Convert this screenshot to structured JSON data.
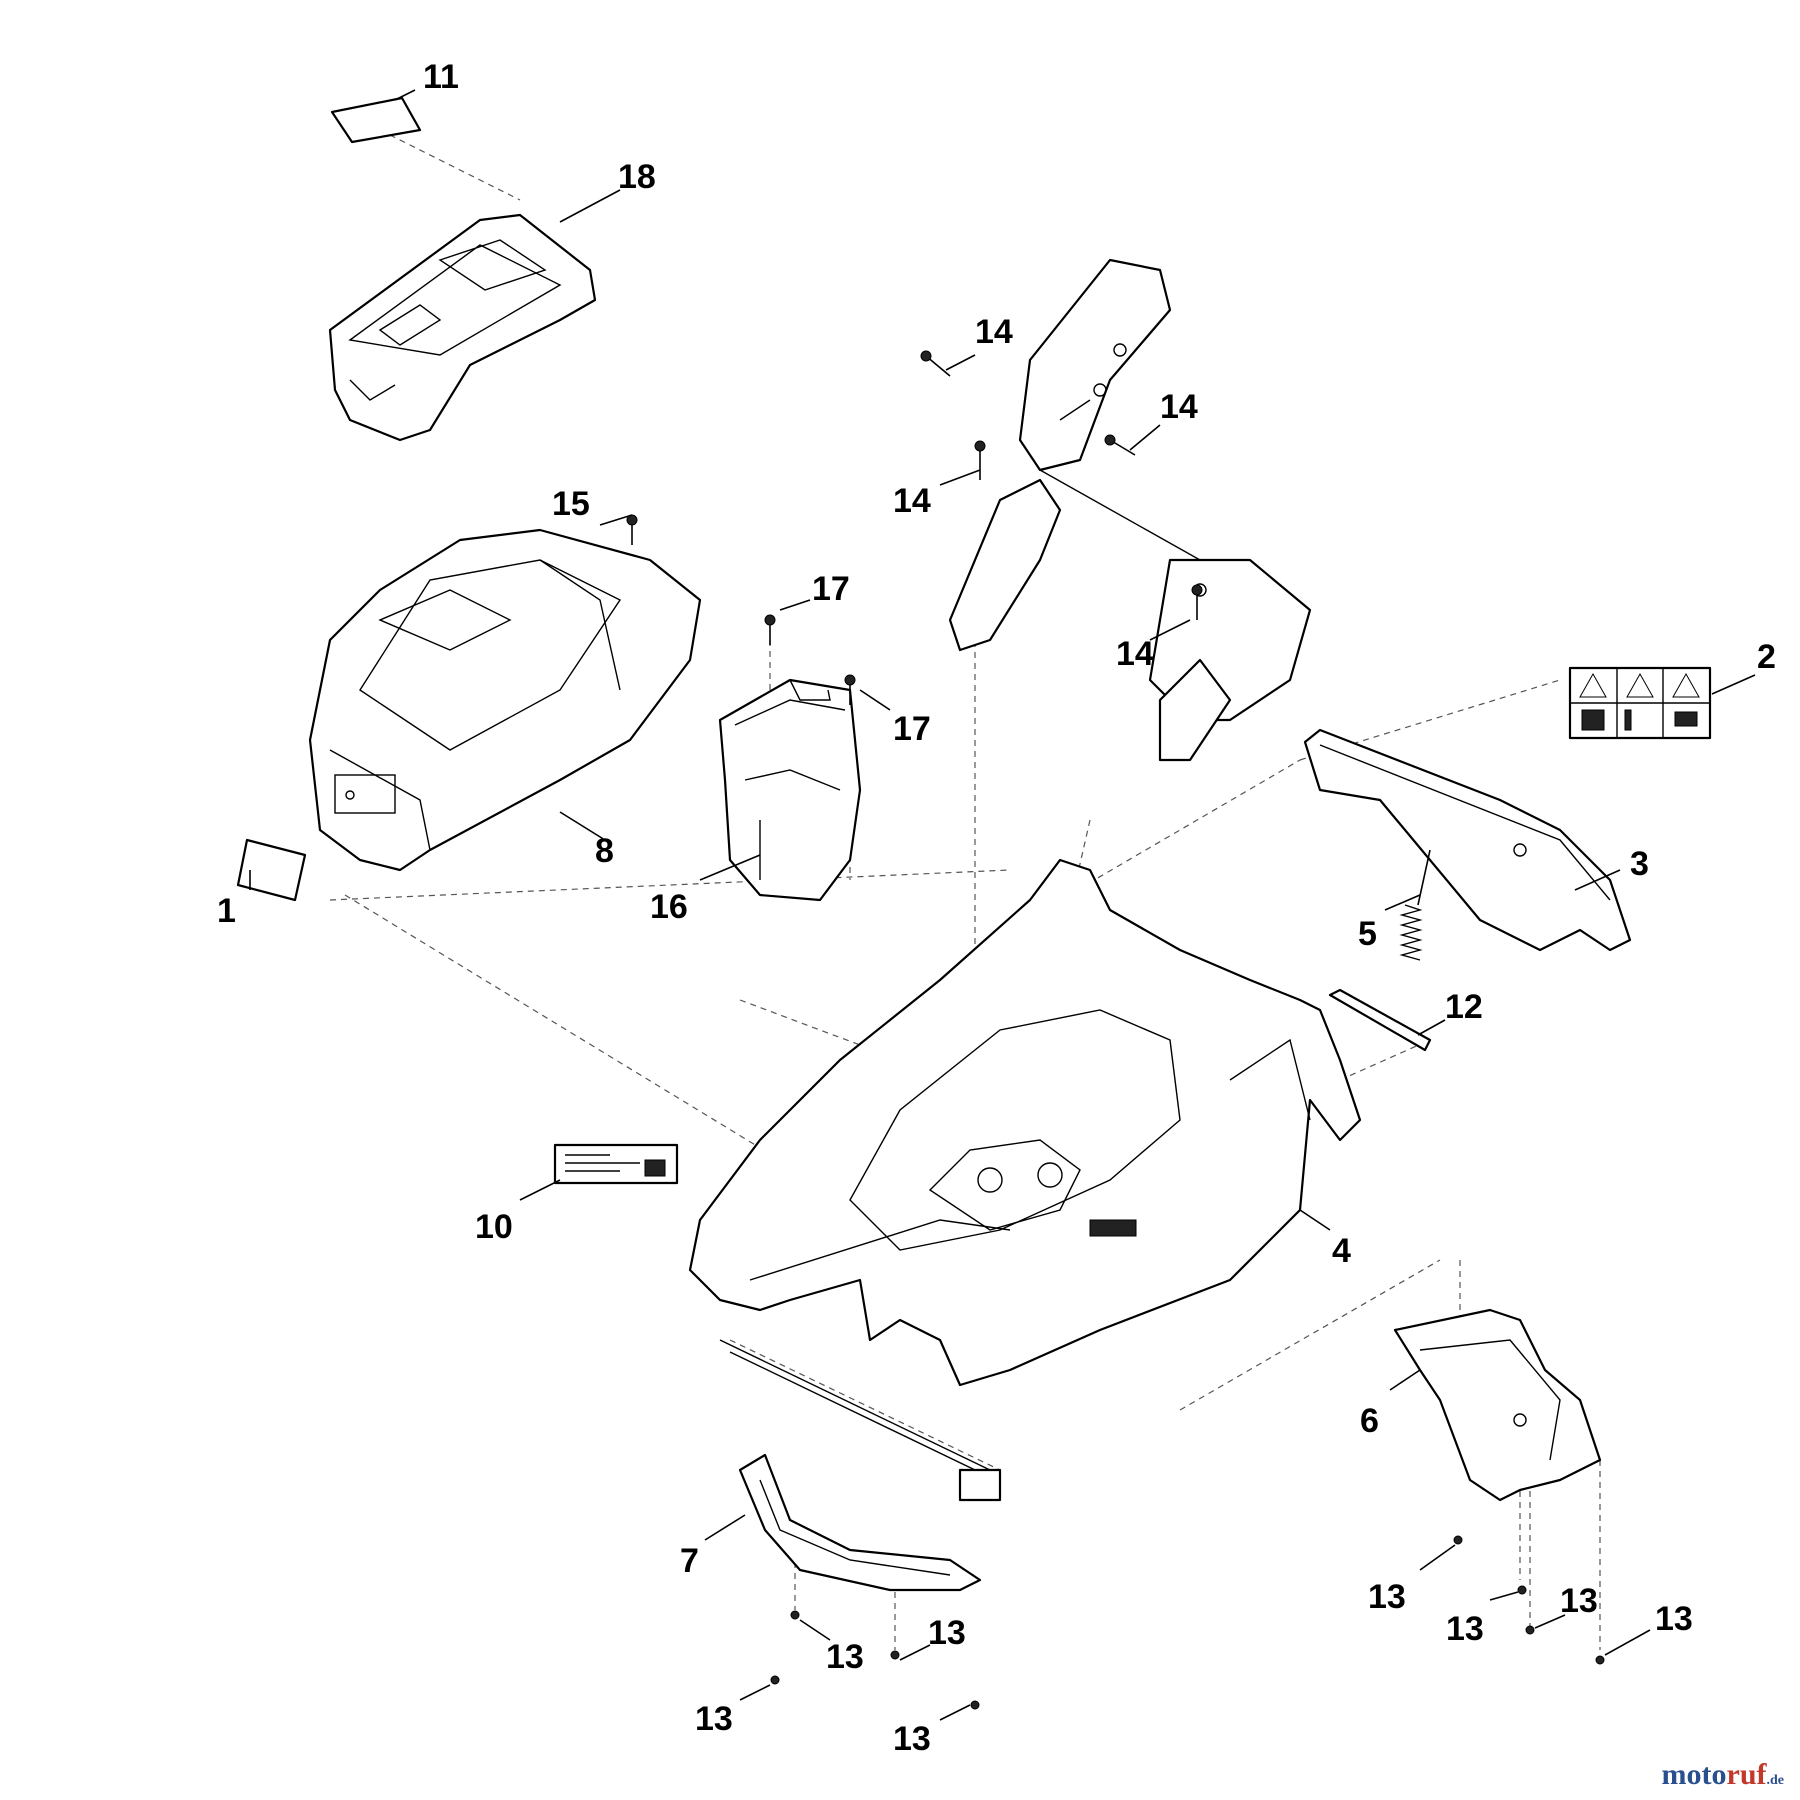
{
  "callouts": [
    {
      "id": "c-11",
      "label": "11"
    },
    {
      "id": "c-18",
      "label": "18"
    },
    {
      "id": "c-14a",
      "label": "14"
    },
    {
      "id": "c-14b",
      "label": "14"
    },
    {
      "id": "c-14c",
      "label": "14"
    },
    {
      "id": "c-14d",
      "label": "14"
    },
    {
      "id": "c-15",
      "label": "15"
    },
    {
      "id": "c-17a",
      "label": "17"
    },
    {
      "id": "c-17b",
      "label": "17"
    },
    {
      "id": "c-2",
      "label": "2"
    },
    {
      "id": "c-8",
      "label": "8"
    },
    {
      "id": "c-1",
      "label": "1"
    },
    {
      "id": "c-16",
      "label": "16"
    },
    {
      "id": "c-3",
      "label": "3"
    },
    {
      "id": "c-5",
      "label": "5"
    },
    {
      "id": "c-12",
      "label": "12"
    },
    {
      "id": "c-10",
      "label": "10"
    },
    {
      "id": "c-4",
      "label": "4"
    },
    {
      "id": "c-6",
      "label": "6"
    },
    {
      "id": "c-7",
      "label": "7"
    },
    {
      "id": "c-13a",
      "label": "13"
    },
    {
      "id": "c-13b",
      "label": "13"
    },
    {
      "id": "c-13c",
      "label": "13"
    },
    {
      "id": "c-13d",
      "label": "13"
    },
    {
      "id": "c-13e",
      "label": "13"
    },
    {
      "id": "c-13f",
      "label": "13"
    },
    {
      "id": "c-13g",
      "label": "13"
    },
    {
      "id": "c-13h",
      "label": "13"
    }
  ],
  "watermark": {
    "part1": "moto",
    "part2": "ruf",
    "tld": ".de"
  }
}
